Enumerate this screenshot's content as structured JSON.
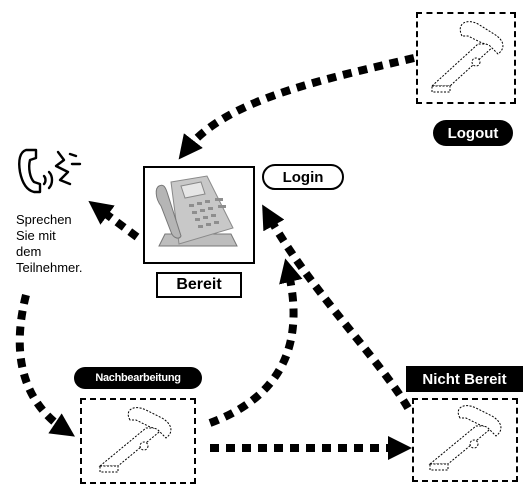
{
  "states": {
    "logout": "Logout",
    "login": "Login",
    "ready": "Bereit",
    "not_ready": "Nicht Bereit",
    "wrap_up": "Nachbearbeitung"
  },
  "caption": {
    "line1": "Sprechen",
    "line2": "Sie mit",
    "line3": "dem",
    "line4": "Teilnehmer."
  },
  "icons": {
    "logout_phone": "handset-outline-icon",
    "ready_phone": "desk-phone-icon",
    "not_ready_phone": "handset-outline-icon",
    "wrap_up_phone": "handset-outline-icon",
    "talking": "talking-handset-icon"
  },
  "colors": {
    "ink": "#000000",
    "paper": "#ffffff",
    "phone_body": "#c4c4c4",
    "phone_keys": "#8e8e8e"
  }
}
